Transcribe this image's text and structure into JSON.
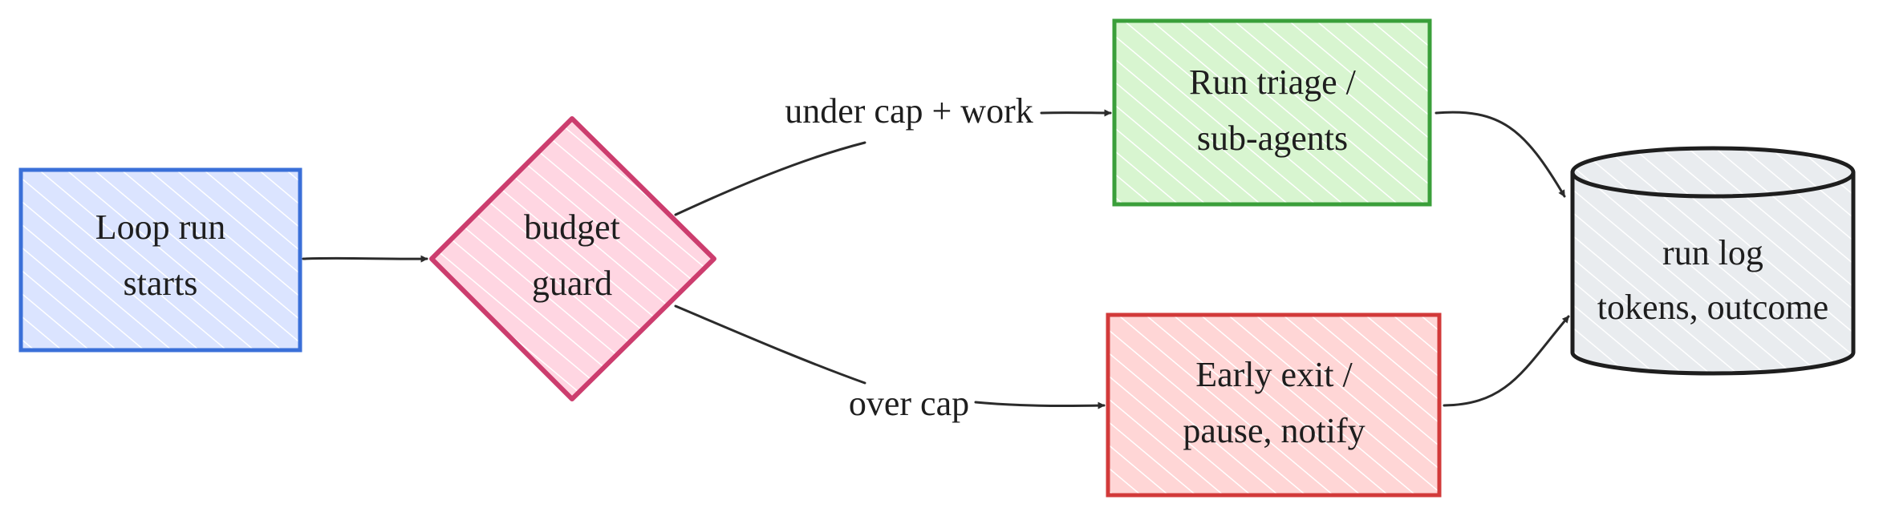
{
  "nodes": {
    "start": {
      "line1": "Loop run",
      "line2": "starts",
      "fill": "#dbe4ff",
      "stroke": "#3a6fd8"
    },
    "guard": {
      "line1": "budget",
      "line2": "guard",
      "fill": "#ffd6e2",
      "stroke": "#cc3d6e"
    },
    "triage": {
      "line1": "Run triage /",
      "line2": "sub-agents",
      "fill": "#d8f5d0",
      "stroke": "#3a9f3a"
    },
    "exit": {
      "line1": "Early exit /",
      "line2": "pause, notify",
      "fill": "#ffd6d6",
      "stroke": "#d23a3a"
    },
    "log": {
      "line1": "run log",
      "line2": "tokens, outcome",
      "fill": "#e9ecef",
      "stroke": "#1e1e1e"
    }
  },
  "edges": {
    "under": {
      "label": "under cap + work"
    },
    "over": {
      "label": "over cap"
    }
  },
  "colors": {
    "arrow": "#2b2b2b",
    "text": "#1e1e1e"
  }
}
